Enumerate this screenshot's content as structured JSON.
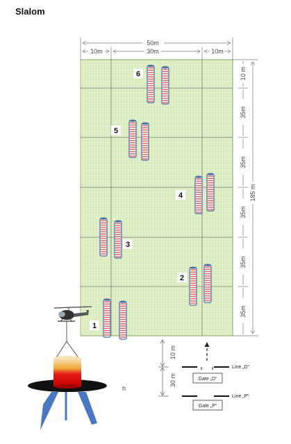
{
  "title": "Slalom",
  "colors": {
    "field": "#d9ebbd",
    "field_grid": "#ffffff",
    "field_lines": "#7a7a7a",
    "field_border": "#8aa060",
    "pole_body": "#ffffff",
    "pole_stripe": "#e05a5a",
    "pole_outline": "#4a6fa5",
    "dim_lines": "#777777"
  },
  "dimensions": {
    "total_width": "50m",
    "left_margin": "10m",
    "middle": "30m",
    "right_margin": "10m",
    "total_length": "185 m",
    "top_segment": "10 m",
    "segments": [
      "35m",
      "35m",
      "35m",
      "35m",
      "35m"
    ],
    "gate_d_distance": "10 m",
    "gate_p_distance": "30 m"
  },
  "gates": [
    {
      "number": "1"
    },
    {
      "number": "2"
    },
    {
      "number": "3"
    },
    {
      "number": "4"
    },
    {
      "number": "5"
    },
    {
      "number": "6"
    }
  ],
  "lines": {
    "line_d": "Line „D“",
    "line_p": "Line „P“",
    "gate_d": "Gate „D“",
    "gate_p": "Gate „P“"
  },
  "misc_label": "h"
}
